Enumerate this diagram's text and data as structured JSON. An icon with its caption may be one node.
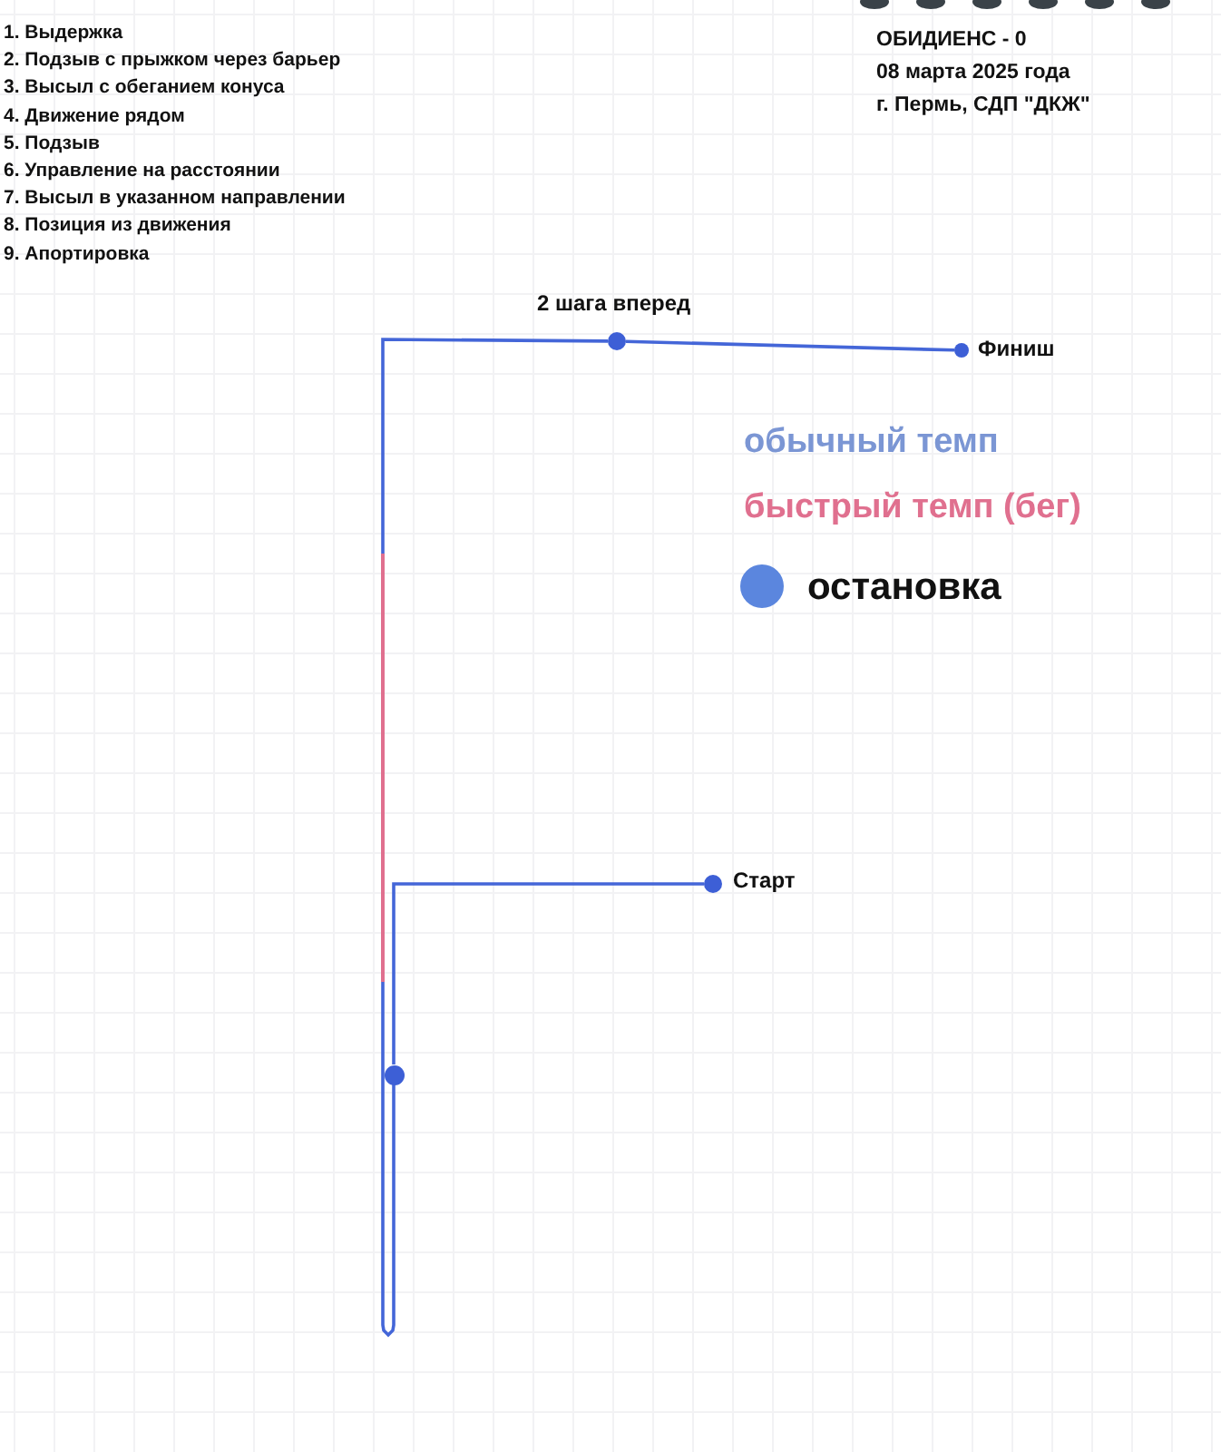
{
  "diagram": {
    "title": "ОБИДИЕНС - 0",
    "nodes": [
      {
        "text": [],
        "shape": "circle",
        "beside": [
          "Старт"
        ]
      },
      {
        "text": [],
        "shape": "circle"
      },
      {
        "text": [],
        "shape": "circle",
        "beside": [
          "2 шага вперед"
        ]
      },
      {
        "text": [],
        "shape": "circle",
        "beside": [
          "Финиш"
        ]
      }
    ],
    "edges": [
      {
        "from": 0,
        "to": 1,
        "arrow": "none"
      },
      {
        "from": 1,
        "to": 2,
        "arrow": "none"
      },
      {
        "from": 2,
        "to": 3,
        "arrow": "none"
      }
    ],
    "labels": [
      "1. Выдержка",
      "2. Подзыв с прыжком через барьер",
      "3. Высыл с обеганием конуса",
      "4. Движение рядом",
      "5. Подзыв",
      "6. Управление на расстоянии",
      "7. Высыл в указанном направлении",
      "8. Позиция из движения",
      "9. Апортировка",
      "08 марта 2025 года",
      "г. Пермь, СДП \"ДКЖ\""
    ],
    "legend": [
      {
        "text": "обычный темп",
        "color": "#7b96d4"
      },
      {
        "text": "быстрый темп (бег)",
        "color": "#e0708f"
      },
      {
        "text": "остановка",
        "color": "#5b86de"
      }
    ]
  }
}
